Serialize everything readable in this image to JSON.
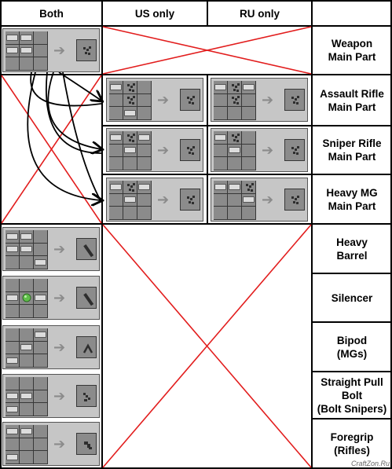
{
  "headers": {
    "both": "Both",
    "us_only": "US only",
    "ru_only": "RU only"
  },
  "rows": [
    {
      "label": "Weapon\nMain Part"
    },
    {
      "label": "Assault Rifle\nMain Part"
    },
    {
      "label": "Sniper Rifle\nMain Part"
    },
    {
      "label": "Heavy MG\nMain Part"
    },
    {
      "label": "Heavy\nBarrel"
    },
    {
      "label": "Silencer"
    },
    {
      "label": "Bipod\n(MGs)"
    },
    {
      "label": "Straight Pull\nBolt\n(Bolt Snipers)"
    },
    {
      "label": "Foregrip\n(Rifles)"
    }
  ],
  "recipes": {
    "weapon_main_part": {
      "grid": [
        "ingot",
        "ingot",
        "",
        "ingot",
        "ingot",
        "",
        "",
        "",
        ""
      ],
      "output": "part-main"
    },
    "assault_us": {
      "grid": [
        "ingot",
        "part-main",
        "",
        "",
        "part-main",
        "",
        "",
        "ingot",
        ""
      ],
      "output": "part-main"
    },
    "assault_ru": {
      "grid": [
        "ingot",
        "part-main",
        "ingot",
        "",
        "part-main",
        "",
        "",
        "",
        ""
      ],
      "output": "part-main"
    },
    "sniper_us": {
      "grid": [
        "ingot",
        "part-main",
        "ingot",
        "",
        "ingot",
        "",
        "",
        "",
        ""
      ],
      "output": "part-main"
    },
    "sniper_ru": {
      "grid": [
        "ingot",
        "part-main",
        "",
        "",
        "ingot",
        "",
        "",
        "",
        ""
      ],
      "output": "part-main"
    },
    "heavy_us": {
      "grid": [
        "ingot",
        "part-main",
        "ingot",
        "",
        "ingot",
        "",
        "",
        "",
        ""
      ],
      "output": "part-main"
    },
    "heavy_ru": {
      "grid": [
        "ingot",
        "ingot",
        "part-main",
        "",
        "",
        "ingot",
        "",
        "",
        ""
      ],
      "output": "part-main"
    },
    "heavy_barrel": {
      "grid": [
        "ingot",
        "ingot",
        "",
        "ingot",
        "ingot",
        "",
        "",
        "",
        "ingot"
      ],
      "output": "part-barrel"
    },
    "silencer": {
      "grid": [
        "",
        "",
        "",
        "ingot",
        "gem",
        "ingot",
        "",
        "",
        ""
      ],
      "output": "part-barrel"
    },
    "bipod": {
      "grid": [
        "",
        "",
        "ingot",
        "",
        "ingot",
        "",
        "ingot",
        "",
        ""
      ],
      "output": "part-bipod"
    },
    "bolt": {
      "grid": [
        "",
        "",
        "",
        "ingot",
        "ingot",
        "",
        "ingot",
        "",
        ""
      ],
      "output": "part-bolt"
    },
    "foregrip": {
      "grid": [
        "ingot",
        "ingot",
        "",
        "",
        "",
        "",
        "ingot",
        "",
        ""
      ],
      "output": "part-grip"
    }
  },
  "watermark": "CraftZon.Ru"
}
